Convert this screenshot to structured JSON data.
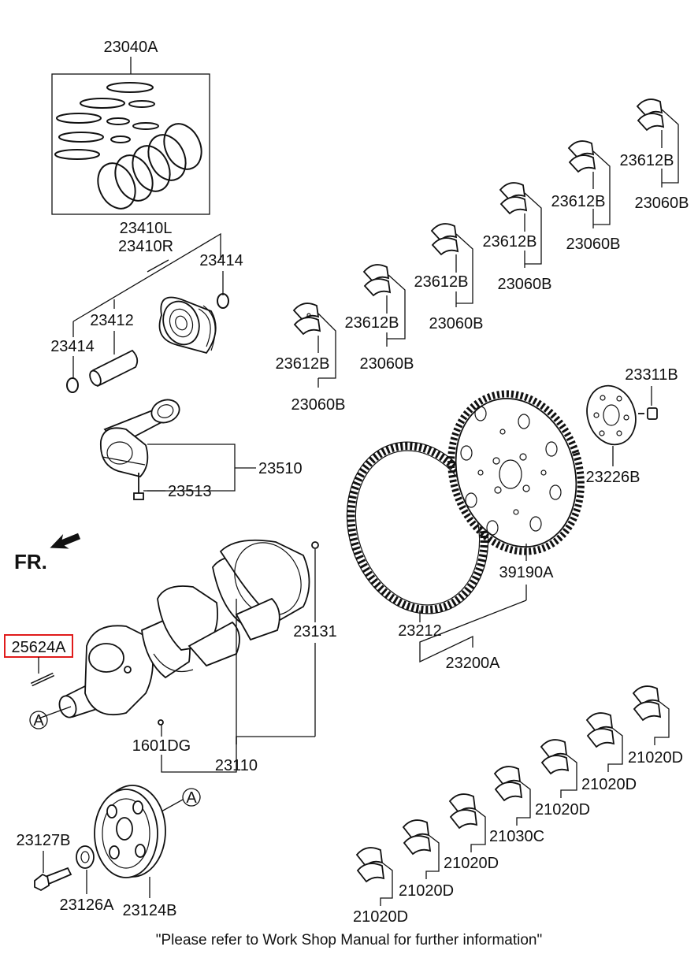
{
  "labels": {
    "piston_ring_set": "23040A",
    "piston_l": "23410L",
    "piston_r": "23410R",
    "snap_ring_right": "23414",
    "piston_pin": "23412",
    "snap_ring_left": "23414",
    "conrod": "23510",
    "conrod_bolt": "23513",
    "front_indicator": "FR.",
    "highlighted_part": "25624A",
    "crank_pin": "23131",
    "crankshaft": "23110",
    "dowel": "1601DG",
    "ref_a_left": "A",
    "ref_a_right": "A",
    "pulley_bolt": "23127B",
    "washer": "23126A",
    "damper_pulley": "23124B",
    "flywheel_bolt": "23311B",
    "adapter_plate": "23226B",
    "drive_plate": "39190A",
    "ring_gear": "23212",
    "flywheel_assy": "23200A",
    "rod_bearings": [
      {
        "bearing": "23612B",
        "set": "23060B"
      },
      {
        "bearing": "23612B",
        "set": "23060B"
      },
      {
        "bearing": "23612B",
        "set": "23060B"
      },
      {
        "bearing": "23612B",
        "set": "23060B"
      },
      {
        "bearing": "23612B",
        "set": "23060B"
      },
      {
        "bearing": "23612B",
        "set": "23060B"
      }
    ],
    "main_bearings": [
      "21020D",
      "21020D",
      "21020D",
      "21030C",
      "21020D",
      "21020D",
      "21020D"
    ]
  },
  "footer_note": "\"Please refer to Work Shop Manual for further information\""
}
